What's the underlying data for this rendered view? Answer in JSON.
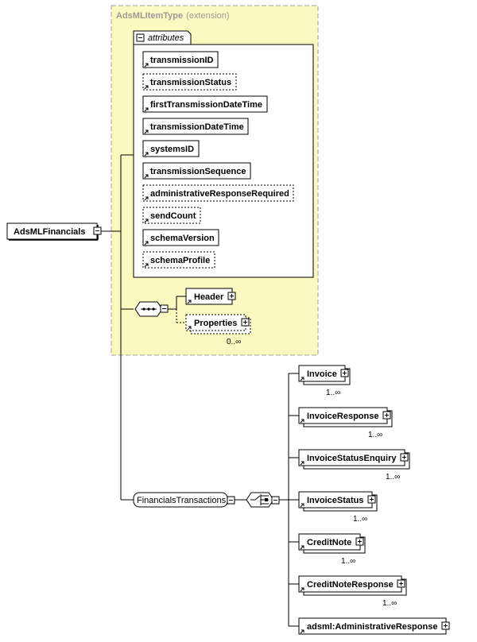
{
  "root": {
    "label": "AdsMLFinancials"
  },
  "complex_type": {
    "name": "AdsMLItemType",
    "derivation": "(extension)"
  },
  "attributes_group": {
    "label": "attributes",
    "items": [
      {
        "name": "transmissionID",
        "optional": false
      },
      {
        "name": "transmissionStatus",
        "optional": true
      },
      {
        "name": "firstTransmissionDateTime",
        "optional": false
      },
      {
        "name": "transmissionDateTime",
        "optional": false
      },
      {
        "name": "systemsID",
        "optional": false
      },
      {
        "name": "transmissionSequence",
        "optional": false
      },
      {
        "name": "administrativeResponseRequired",
        "optional": true
      },
      {
        "name": "sendCount",
        "optional": true
      },
      {
        "name": "schemaVersion",
        "optional": false
      },
      {
        "name": "schemaProfile",
        "optional": true
      }
    ]
  },
  "sequence_children": [
    {
      "name": "Header",
      "optional": false,
      "cardinality": ""
    },
    {
      "name": "Properties",
      "optional": true,
      "cardinality": "0..∞"
    }
  ],
  "transactions": {
    "label": "FinancialsTransactions",
    "choice_children": [
      {
        "name": "Invoice",
        "cardinality": "1..∞"
      },
      {
        "name": "InvoiceResponse",
        "cardinality": "1..∞"
      },
      {
        "name": "InvoiceStatusEnquiry",
        "cardinality": "1..∞"
      },
      {
        "name": "InvoiceStatus",
        "cardinality": "1..∞"
      },
      {
        "name": "CreditNote",
        "cardinality": "1..∞"
      },
      {
        "name": "CreditNoteResponse",
        "cardinality": "1..∞"
      },
      {
        "name": "adsml:AdministrativeResponse",
        "cardinality": ""
      }
    ]
  },
  "colors": {
    "extension_fill": "#fafac0",
    "extension_border": "#a0a0a0"
  }
}
